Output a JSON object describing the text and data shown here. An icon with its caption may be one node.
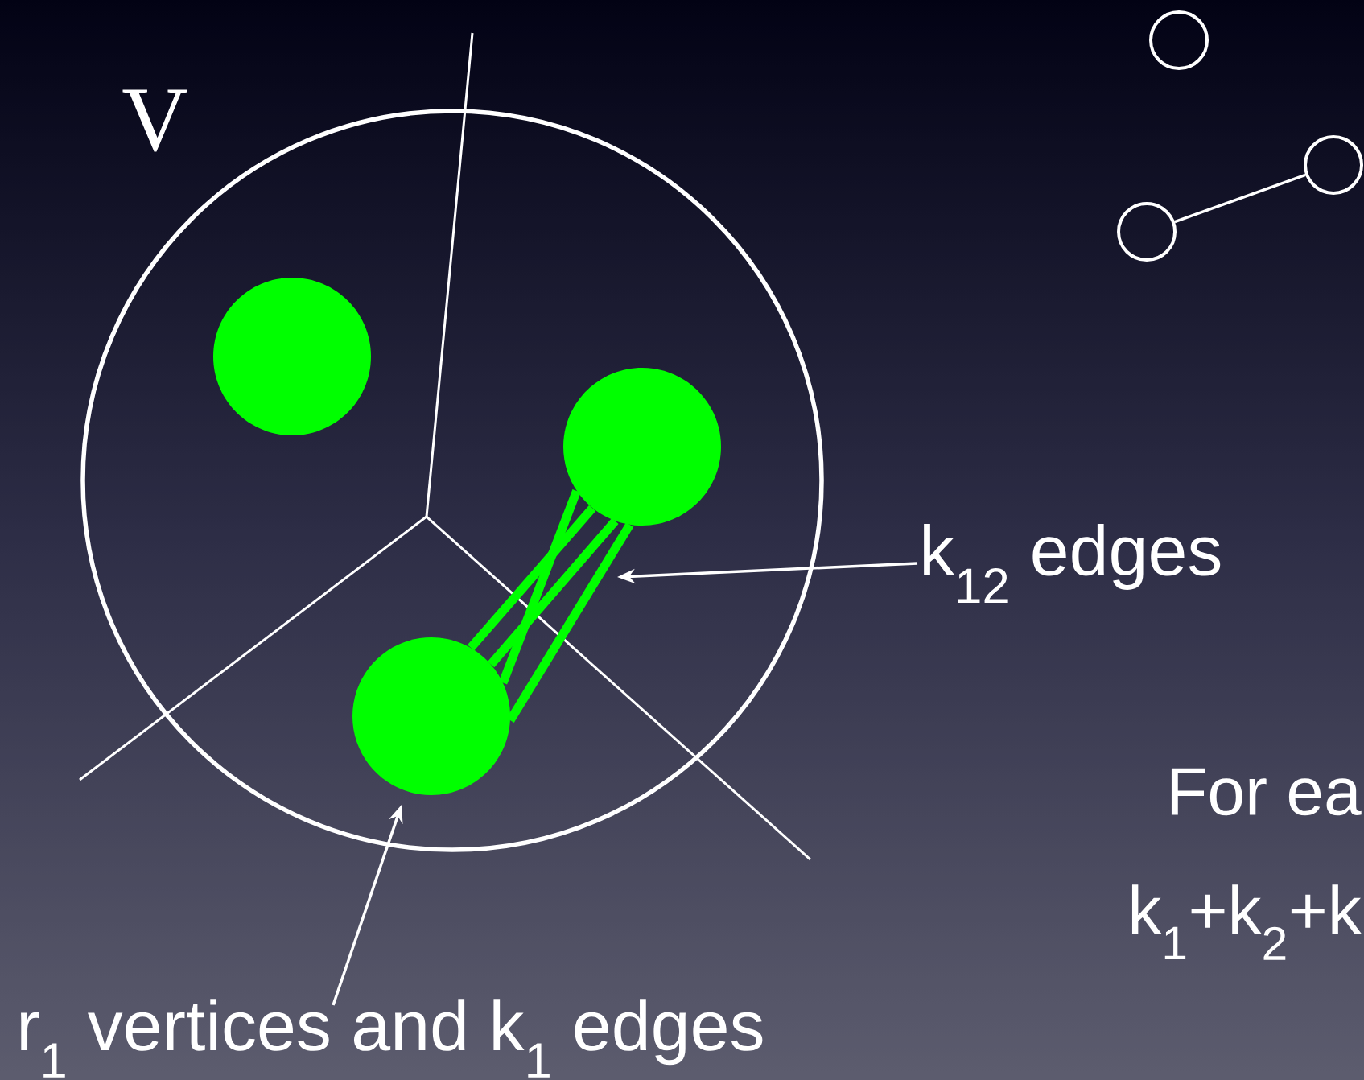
{
  "diagram": {
    "nodes": [
      {
        "text": [],
        "shape": "circle"
      },
      {
        "text": [],
        "shape": "circle",
        "in": 0
      },
      {
        "text": [],
        "shape": "circle",
        "in": 0
      },
      {
        "text": [],
        "shape": "circle",
        "in": 0
      },
      {
        "text": [],
        "shape": "circle"
      },
      {
        "text": [],
        "shape": "circle"
      },
      {
        "text": [],
        "shape": "circle"
      },
      {
        "text": [
          "k$_{12}$ edges"
        ]
      },
      {
        "text": [
          "r$_{1}$ vertices and k$_{1}$ edges"
        ]
      }
    ],
    "edges": [
      {
        "from": 2,
        "to": 3,
        "arrow": "none"
      },
      {
        "from": 2,
        "to": 3,
        "arrow": "none"
      },
      {
        "from": 2,
        "to": 3,
        "arrow": "none"
      },
      {
        "from": 2,
        "to": 3,
        "arrow": "none"
      },
      {
        "from": 6,
        "to": 5,
        "arrow": "none",
        "color": "#ffffff"
      },
      {
        "from": 7,
        "to": null,
        "arrow": "to",
        "color": "#ffffff"
      },
      {
        "from": 8,
        "to": null,
        "arrow": "to",
        "color": "#ffffff"
      }
    ],
    "labels": [
      "V",
      "For ea",
      "k$_{1}$+k$_{2}$+k"
    ]
  }
}
